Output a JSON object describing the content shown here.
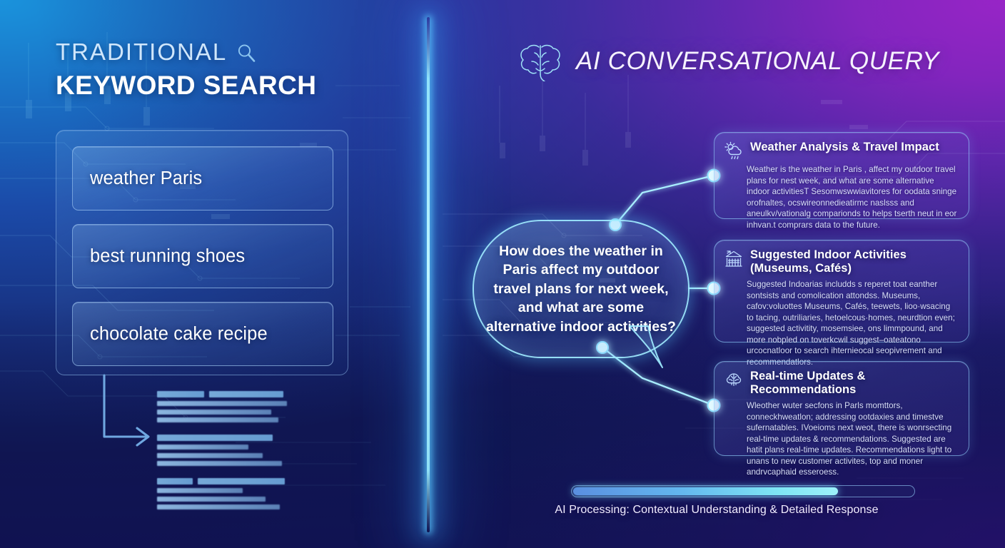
{
  "left": {
    "title_line1": "TRADITIONAL",
    "title_line2": "KEYWORD SEARCH",
    "magnifier_icon": "search-icon",
    "queries": [
      "weather Paris",
      "best running shoes",
      "chocolate cake recipe"
    ],
    "arrow_icon": "arrow-right-icon",
    "results_placeholder_note": "blurred search result links"
  },
  "right": {
    "title": "AI CONVERSATIONAL QUERY",
    "brain_icon": "brain-icon",
    "query_bubble": "How does the weather in Paris affect my outdoor travel plans for next week, and what are some alternative indoor activities?",
    "cards": [
      {
        "icon": "weather-sun-cloud-rain-icon",
        "title": "Weather Analysis & Travel Impact",
        "body": "Weather is the weather in Paris , affect my outdoor travel plans for nest week, and what are some alternative indoor activitiesT Sesomwswwiavitores for oodata sninge orofnaltes, ocswireonnedieatirmc naslsss and aneulkv/vationalg comparionds to helps tserth neut in eor inhvan.t comprars data to the future."
      },
      {
        "icon": "museum-building-icon",
        "title": "Suggested Indoor Activities (Museums, Cafés)",
        "body": "Suggested Indoarias includds s reperet toat eanther sontsists and comolication attondss. Museums, cafov:voluottes Museums, Cafés, teewets, lioo·wsacing to tacing, outriliaries, hetoelcous·homes, neurdtion even; suggested activitity, mosemsiee, ons limmpound, and more nobpled on toverkcwil suggest–oateatono urcocnatloor to search ihternieocal seopivrement and recommendatlors."
      },
      {
        "icon": "brain-neural-icon",
        "title": "Real-time Updates & Recommendations",
        "body": "Wleother wuter secfons in Parls momttors, conneckhweatlon; addressing ootdaxies and timestve sufernatables. IVoeioms next weot, there is wonrsecting real-time updates & recommendations. Suggested are hatit plans real-time updates. Recommendations light to unans to new customer activites, top and moner andrvcaphaid esseroess."
      }
    ],
    "progress": {
      "caption": "AI Processing: Contextual Understanding & Detailed Response",
      "percent": 78
    }
  },
  "colors": {
    "top_left": "#1a8fd8",
    "top_right": "#9129c4",
    "bottom_left": "#0e1f63",
    "bottom_right": "#241266",
    "accent_cyan": "#8fe8fb",
    "divider_glow": "#9fe4ff"
  }
}
